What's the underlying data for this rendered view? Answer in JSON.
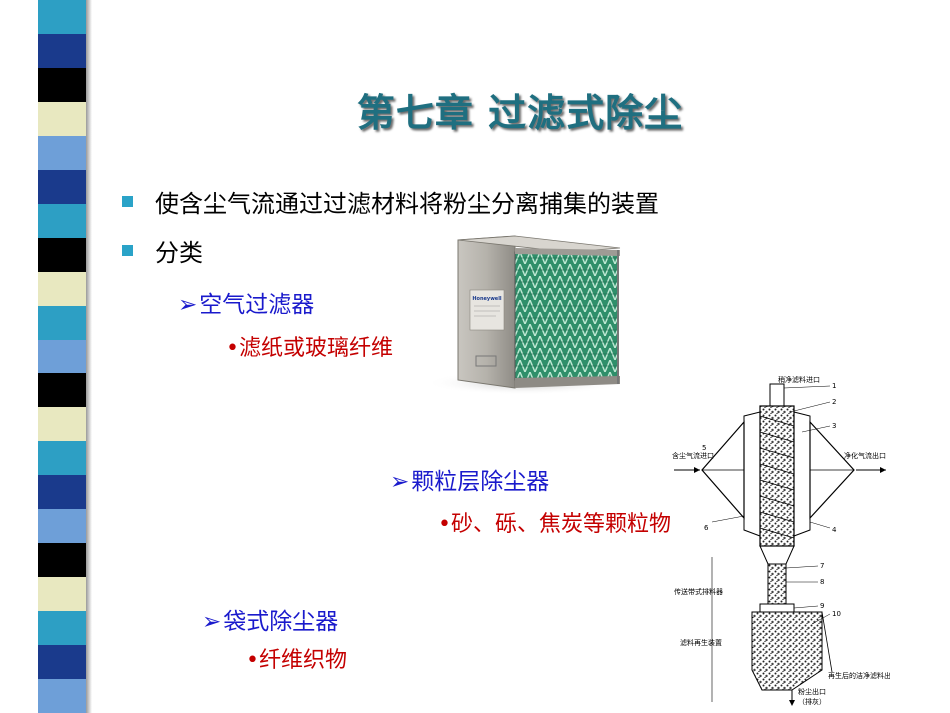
{
  "title": "第七章  过滤式除尘",
  "bullets": [
    "使含尘气流通过过滤材料将粉尘分离捕集的装置",
    "分类"
  ],
  "categories": [
    {
      "name": "空气过滤器",
      "detail": "•滤纸或玻璃纤维"
    },
    {
      "name": "颗粒层除尘器",
      "detail": "•砂、砾、焦炭等颗粒物"
    },
    {
      "name": "袋式除尘器",
      "detail": "•纤维织物"
    }
  ],
  "arrow_glyph": "➢",
  "filter_image": {
    "brand": "Honeywell"
  },
  "diagram": {
    "labels": {
      "top": "稍净滤料进口",
      "left_inlet": "含尘气流进口",
      "right_outlet": "净化气流出口",
      "conveyor": "传送带式排料器",
      "regen": "滤料再生装置",
      "regen_out": "再生后的洁净滤料出口",
      "dust_out": "粉尘出口",
      "dust_out_sub": "（排灰）"
    },
    "numbers": [
      "1",
      "2",
      "3",
      "4",
      "5",
      "6",
      "7",
      "8",
      "9",
      "10"
    ]
  },
  "colors": {
    "title": "#1f6f80",
    "bullet": "#2aa3c8",
    "subheading": "#1a1acc",
    "detail": "#c40000",
    "stripe": [
      "#2d9fc4",
      "#1a3a8c",
      "#000000",
      "#e8e8c0",
      "#6e9fd8",
      "#1a3a8c",
      "#2d9fc4",
      "#000000",
      "#e8e8c0",
      "#2d9fc4",
      "#6e9fd8",
      "#000000",
      "#e8e8c0",
      "#2d9fc4",
      "#1a3a8c",
      "#6e9fd8",
      "#000000",
      "#e8e8c0",
      "#2d9fc4",
      "#1a3a8c",
      "#6e9fd8"
    ]
  }
}
